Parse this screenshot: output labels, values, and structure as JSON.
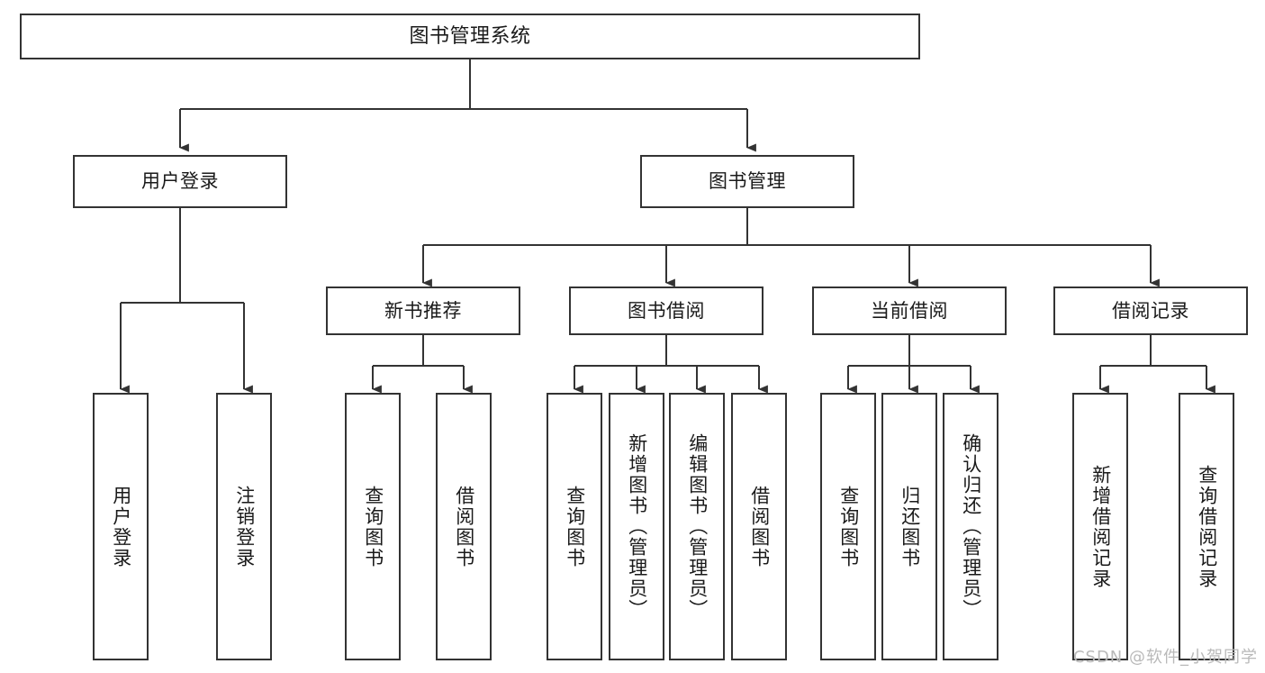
{
  "diagram": {
    "title": "图书管理系统",
    "type": "tree",
    "watermark": "CSDN @软件_小贺同学",
    "colors": {
      "box_border": "#333333",
      "box_fill": "#ffffff",
      "connector": "#333333",
      "text": "#1a1a1a",
      "watermark": "#b9b9b9",
      "background": "#ffffff"
    },
    "nodes": {
      "root": {
        "label": "图书管理系统",
        "level": 1
      },
      "l2": [
        {
          "id": "user-login",
          "label": "用户登录",
          "level": 2
        },
        {
          "id": "book-manage",
          "label": "图书管理",
          "level": 2
        }
      ],
      "l3": [
        {
          "id": "new-book-recommend",
          "label": "新书推荐",
          "level": 3,
          "parent": "book-manage"
        },
        {
          "id": "book-borrow",
          "label": "图书借阅",
          "level": 3,
          "parent": "book-manage"
        },
        {
          "id": "current-borrow",
          "label": "当前借阅",
          "level": 3,
          "parent": "book-manage"
        },
        {
          "id": "borrow-record",
          "label": "借阅记录",
          "level": 3,
          "parent": "book-manage"
        }
      ],
      "leaves": [
        {
          "id": "leaf-user-login",
          "label": "用户登录",
          "parent": "user-login"
        },
        {
          "id": "leaf-user-logout",
          "label": "注销登录",
          "parent": "user-login"
        },
        {
          "id": "leaf-query-book-1",
          "label": "查询图书",
          "parent": "new-book-recommend"
        },
        {
          "id": "leaf-borrow-book-1",
          "label": "借阅图书",
          "parent": "new-book-recommend"
        },
        {
          "id": "leaf-query-book-2",
          "label": "查询图书",
          "parent": "book-borrow"
        },
        {
          "id": "leaf-add-book",
          "label": "新增图书（管理员）",
          "parent": "book-borrow"
        },
        {
          "id": "leaf-edit-book",
          "label": "编辑图书（管理员）",
          "parent": "book-borrow"
        },
        {
          "id": "leaf-borrow-book-2",
          "label": "借阅图书",
          "parent": "book-borrow"
        },
        {
          "id": "leaf-query-book-3",
          "label": "查询图书",
          "parent": "current-borrow"
        },
        {
          "id": "leaf-return-book",
          "label": "归还图书",
          "parent": "current-borrow"
        },
        {
          "id": "leaf-confirm-return",
          "label": "确认归还（管理员）",
          "parent": "current-borrow"
        },
        {
          "id": "leaf-add-record",
          "label": "新增借阅记录",
          "parent": "borrow-record"
        },
        {
          "id": "leaf-query-record",
          "label": "查询借阅记录",
          "parent": "borrow-record"
        }
      ]
    }
  }
}
